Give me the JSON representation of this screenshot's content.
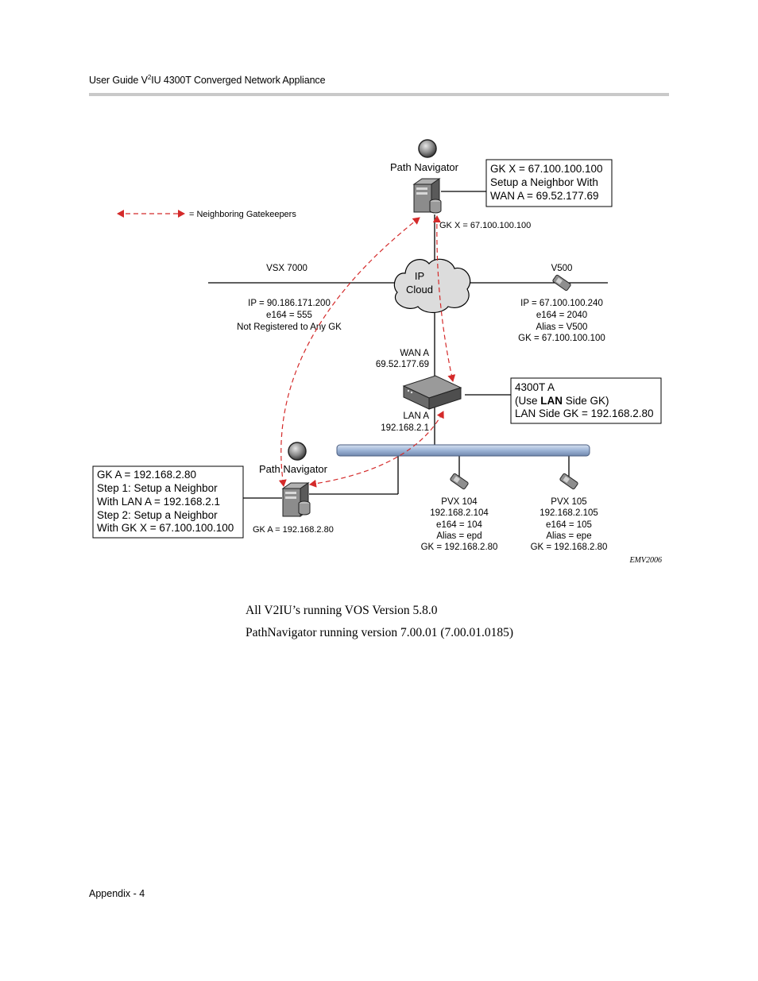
{
  "header": {
    "title_pre": "User Guide V",
    "title_sup": "2",
    "title_post": "IU 4300T Converged Network Appliance"
  },
  "diagram": {
    "legend_text": "= Neighboring Gatekeepers",
    "path_navigator_top": {
      "label": "Path Navigator",
      "gk_label": "GK X = 67.100.100.100",
      "callout": [
        "GK X = 67.100.100.100",
        "Setup a Neighbor With",
        "WAN A = 69.52.177.69"
      ]
    },
    "cloud": {
      "line1": "IP",
      "line2": "Cloud"
    },
    "vsx": {
      "name": "VSX 7000",
      "details": [
        "IP = 90.186.171.200",
        "e164 = 555",
        "Not Registered to Any GK"
      ]
    },
    "v500": {
      "name": "V500",
      "details": [
        "IP = 67.100.100.240",
        "e164 = 2040",
        "Alias = V500",
        "GK = 67.100.100.100"
      ]
    },
    "wan": {
      "label": "WAN A",
      "ip": "69.52.177.69"
    },
    "lan": {
      "label": "LAN A",
      "ip": "192.168.2.1"
    },
    "appliance_callout": {
      "line1": "4300T A",
      "line2_pre": "(Use ",
      "line2_bold": "LAN",
      "line2_post": " Side GK)",
      "line3": "LAN Side GK = 192.168.2.80"
    },
    "path_navigator_bottom": {
      "label": "Path Navigator",
      "gk_label": "GK A = 192.168.2.80",
      "callout": [
        "GK A = 192.168.2.80",
        "Step 1: Setup a Neighbor",
        "With LAN A = 192.168.2.1",
        "Step 2: Setup a Neighbor",
        "With GK X = 67.100.100.100"
      ]
    },
    "pvx104": {
      "details": [
        "PVX 104",
        "192.168.2.104",
        "e164 = 104",
        "Alias = epd",
        "GK = 192.168.2.80"
      ]
    },
    "pvx105": {
      "details": [
        "PVX 105",
        "192.168.2.105",
        "e164 = 105",
        "Alias = epe",
        "GK = 192.168.2.80"
      ]
    },
    "figure_id": "EMV2006",
    "colors": {
      "neighbor_arrow": "#d42a2a",
      "lan_bus": "#a9bfdc",
      "server": "#6e6e6e"
    }
  },
  "body": {
    "line1": "All V2IU’s running VOS Version 5.8.0",
    "line2": "PathNavigator running version 7.00.01 (7.00.01.0185)"
  },
  "footer": {
    "text": "Appendix - 4"
  }
}
